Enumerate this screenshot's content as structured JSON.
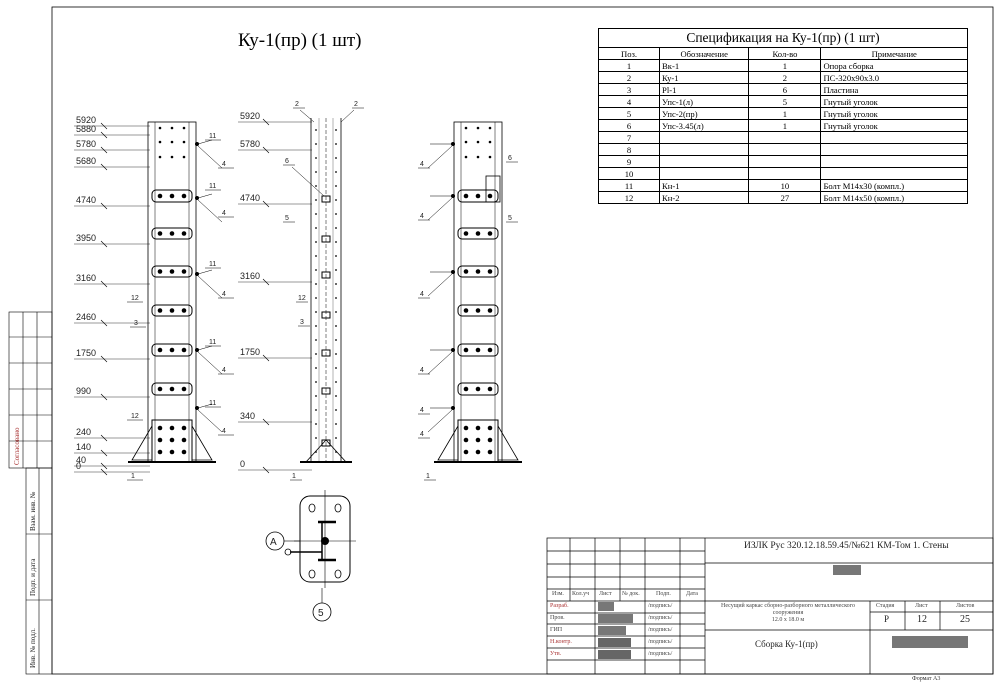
{
  "drawing": {
    "title": "Ку-1(пр) (1 шт)",
    "levels_left": [
      "5920",
      "5880",
      "5780",
      "5680",
      "4740",
      "3950",
      "3160",
      "2460",
      "1750",
      "990",
      "240",
      "140",
      "40",
      "0"
    ],
    "levels_middle": [
      "5920",
      "5780",
      "4740",
      "3160",
      "1750",
      "340",
      "0"
    ],
    "callouts_left": [
      "11",
      "4",
      "11",
      "4",
      "11",
      "4",
      "12",
      "3",
      "11",
      "4",
      "11",
      "4",
      "12",
      "4",
      "1"
    ],
    "callouts_middle": [
      "2",
      "2",
      "6",
      "5",
      "12",
      "3",
      "1"
    ],
    "callouts_right": [
      "6",
      "4",
      "4",
      "5",
      "4",
      "4",
      "4",
      "4",
      "1"
    ],
    "section_label": "A",
    "section_view_label": "5"
  },
  "spec": {
    "title": "Спецификация на Ку-1(пр) (1 шт)",
    "headers": [
      "Поз.",
      "Обозначение",
      "Кол-во",
      "Примечание"
    ],
    "rows": [
      [
        "1",
        "Вк-1",
        "1",
        "Опора сборка"
      ],
      [
        "2",
        "Ку-1",
        "2",
        "ПС-320х90х3.0"
      ],
      [
        "3",
        "Pl-1",
        "6",
        "Пластина"
      ],
      [
        "4",
        "Упс-1(л)",
        "5",
        "Гнутый уголок"
      ],
      [
        "5",
        "Упс-2(пр)",
        "1",
        "Гнутый уголок"
      ],
      [
        "6",
        "Упс-3.45(л)",
        "1",
        "Гнутый уголок"
      ],
      [
        "7",
        "",
        "",
        ""
      ],
      [
        "8",
        "",
        "",
        ""
      ],
      [
        "9",
        "",
        "",
        ""
      ],
      [
        "10",
        "",
        "",
        ""
      ],
      [
        "11",
        "Кн-1",
        "10",
        "Болт М14х30 (компл.)"
      ],
      [
        "12",
        "Кн-2",
        "27",
        "Болт М14х50 (компл.)"
      ]
    ]
  },
  "title_block": {
    "doc_code": "ИЗЛК Рус 320.12.18.59.45/№621 КМ-Том 1. Стены",
    "project": "Несущий каркас сборно-разборного металлического сооружения",
    "size": "12.0 x 18.0 м",
    "sheet_title": "Сборка Ку-1(пр)",
    "col_izm": "Изм.",
    "col_kol": "Кол.уч",
    "col_list": "Лист",
    "col_ndok": "№ док.",
    "col_podp": "Подп.",
    "col_date": "Дата",
    "role1": "Разраб.",
    "role2": "Пров.",
    "role3": "ГИП",
    "role4": "Н.контр.",
    "role5": "Утв.",
    "sign": "/подпись/",
    "stage_label": "Стадия",
    "sheet_label": "Лист",
    "sheets_label": "Листов",
    "stage": "Р",
    "sheet": "12",
    "sheets": "25",
    "format": "Формат А3"
  },
  "side_stamp": {
    "agreed": "Согласовано",
    "inv_replace": "Взам. инв. №",
    "sign_date": "Подп. и дата",
    "inv_orig": "Инв. № подл."
  }
}
